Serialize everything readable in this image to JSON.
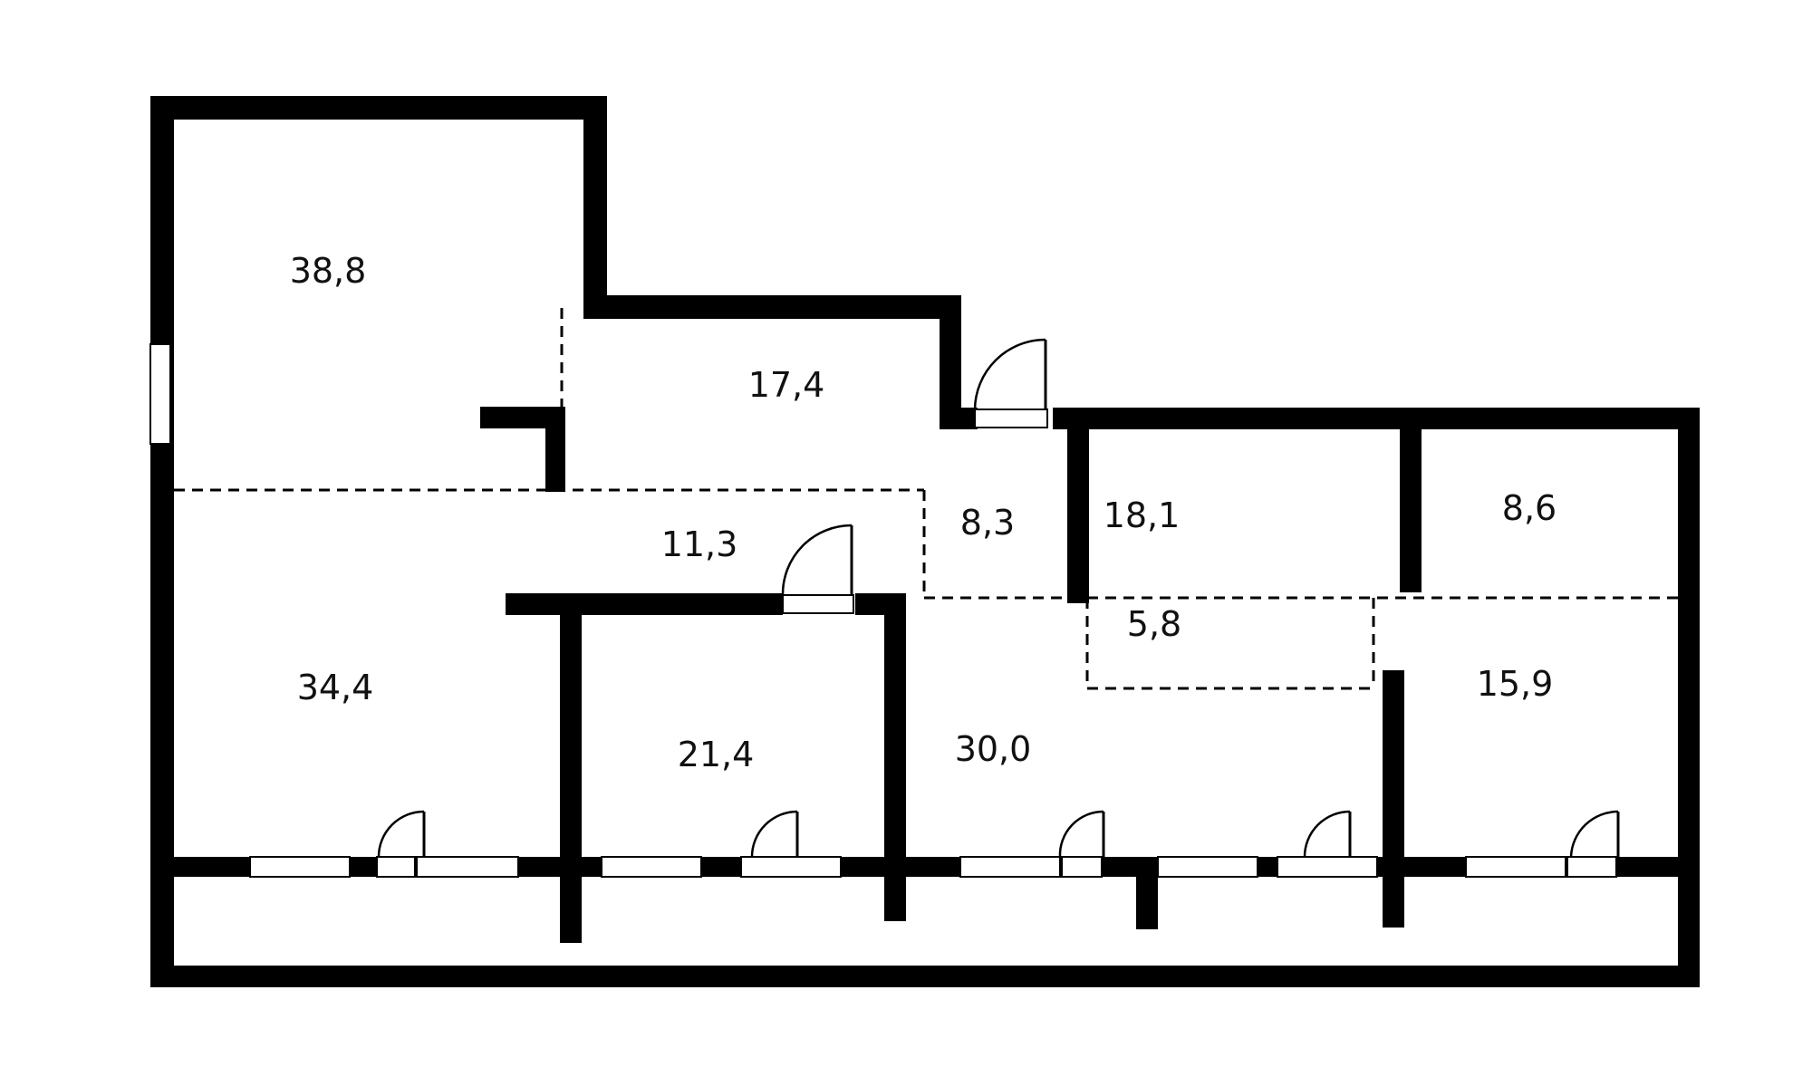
{
  "colors": {
    "wall": "#000000",
    "background": "#ffffff",
    "window": "#ffffff"
  },
  "rooms": [
    {
      "id": "r1",
      "area": "38,8"
    },
    {
      "id": "r2",
      "area": "17,4"
    },
    {
      "id": "r3",
      "area": "11,3"
    },
    {
      "id": "r4",
      "area": "8,3"
    },
    {
      "id": "r5",
      "area": "18,1"
    },
    {
      "id": "r6",
      "area": "8,6"
    },
    {
      "id": "r7",
      "area": "5,8"
    },
    {
      "id": "r8",
      "area": "34,4"
    },
    {
      "id": "r9",
      "area": "21,4"
    },
    {
      "id": "r10",
      "area": "30,0"
    },
    {
      "id": "r11",
      "area": "15,9"
    }
  ]
}
